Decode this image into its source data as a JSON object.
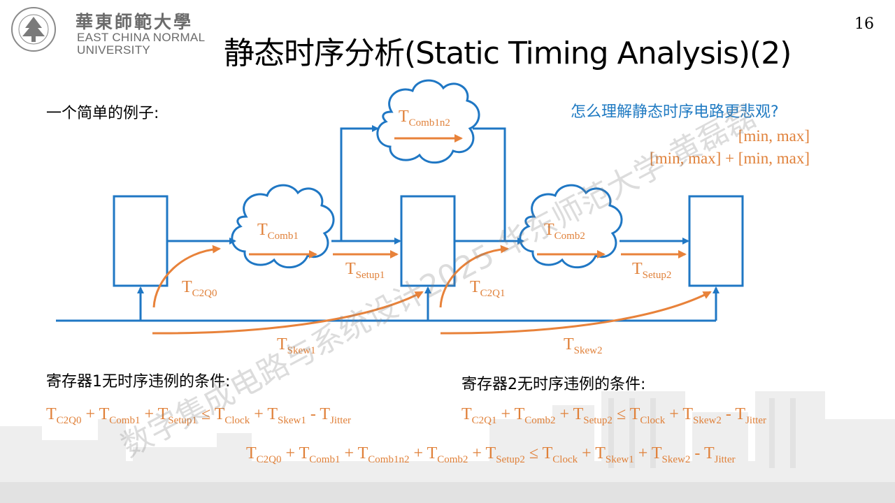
{
  "header": {
    "university_cn": "華東師範大學",
    "university_en_line1": "EAST CHINA NORMAL",
    "university_en_line2": "UNIVERSITY",
    "title": "静态时序分析(Static Timing Analysis)(2)",
    "page_number": "16"
  },
  "intro_text": "一个简单的例子:",
  "question": "怎么理解静态时序电路更悲观?",
  "range_line1": "[min, max]",
  "range_line2": "[min, max] + [min, max]",
  "diagram": {
    "labels": {
      "comb1n2": {
        "base": "T",
        "sub": "Comb1n2"
      },
      "comb1": {
        "base": "T",
        "sub": "Comb1"
      },
      "comb2": {
        "base": "T",
        "sub": "Comb2"
      },
      "setup1": {
        "base": "T",
        "sub": "Setup1"
      },
      "setup2": {
        "base": "T",
        "sub": "Setup2"
      },
      "c2q0": {
        "base": "T",
        "sub": "C2Q0"
      },
      "c2q1": {
        "base": "T",
        "sub": "C2Q1"
      },
      "skew1": {
        "base": "T",
        "sub": "Skew1"
      },
      "skew2": {
        "base": "T",
        "sub": "Skew2"
      }
    },
    "colors": {
      "wire": "#1f77c4",
      "timing": "#e8823a"
    }
  },
  "condition1": {
    "label": "寄存器1无时序违例的条件:",
    "terms": {
      "t1": {
        "base": "T",
        "sub": "C2Q0"
      },
      "op1": " + ",
      "t2": {
        "base": "T",
        "sub": "Comb1"
      },
      "op2": " + ",
      "t3": {
        "base": "T",
        "sub": "Setup1"
      },
      "op3": " ≤ ",
      "t4": {
        "base": "T",
        "sub": "Clock"
      },
      "op4": " + ",
      "t5": {
        "base": "T",
        "sub": "Skew1"
      },
      "op5": " - ",
      "t6": {
        "base": "T",
        "sub": "Jitter"
      }
    }
  },
  "condition2": {
    "label": "寄存器2无时序违例的条件:",
    "terms": {
      "t1": {
        "base": "T",
        "sub": "C2Q1"
      },
      "op1": " + ",
      "t2": {
        "base": "T",
        "sub": "Comb2"
      },
      "op2": " + ",
      "t3": {
        "base": "T",
        "sub": "Setup2"
      },
      "op3": " ≤ ",
      "t4": {
        "base": "T",
        "sub": "Clock"
      },
      "op4": " + ",
      "t5": {
        "base": "T",
        "sub": "Skew2"
      },
      "op5": " - ",
      "t6": {
        "base": "T",
        "sub": "Jitter"
      }
    }
  },
  "condition3": {
    "terms": {
      "t1": {
        "base": "T",
        "sub": "C2Q0"
      },
      "op1": " + ",
      "t2": {
        "base": "T",
        "sub": "Comb1"
      },
      "op2": " + ",
      "t3": {
        "base": "T",
        "sub": "Comb1n2"
      },
      "op3": " + ",
      "t4": {
        "base": "T",
        "sub": "Comb2"
      },
      "op4": " + ",
      "t5": {
        "base": "T",
        "sub": "Setup2"
      },
      "op5": " ≤ ",
      "t6": {
        "base": "T",
        "sub": "Clock"
      },
      "op6": " + ",
      "t7": {
        "base": "T",
        "sub": "Skew1"
      },
      "op7": " + ",
      "t8": {
        "base": "T",
        "sub": "Skew2"
      },
      "op8": " - ",
      "t9": {
        "base": "T",
        "sub": "Jitter"
      }
    }
  },
  "watermark": "数字集成电路与系统设计2025 华东师范大学 黄磊磊"
}
